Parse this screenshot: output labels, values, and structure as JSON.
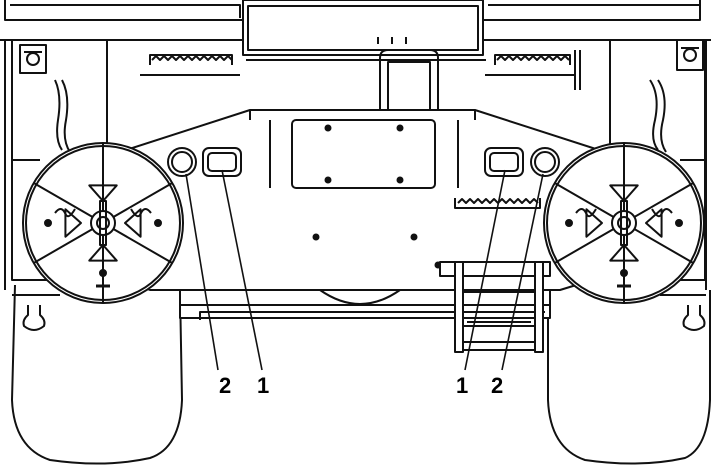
{
  "callouts": {
    "left_outer": "2",
    "left_inner": "1",
    "right_inner": "1",
    "right_outer": "2"
  },
  "colors": {
    "line": "#111111",
    "fill": "#ffffff"
  }
}
